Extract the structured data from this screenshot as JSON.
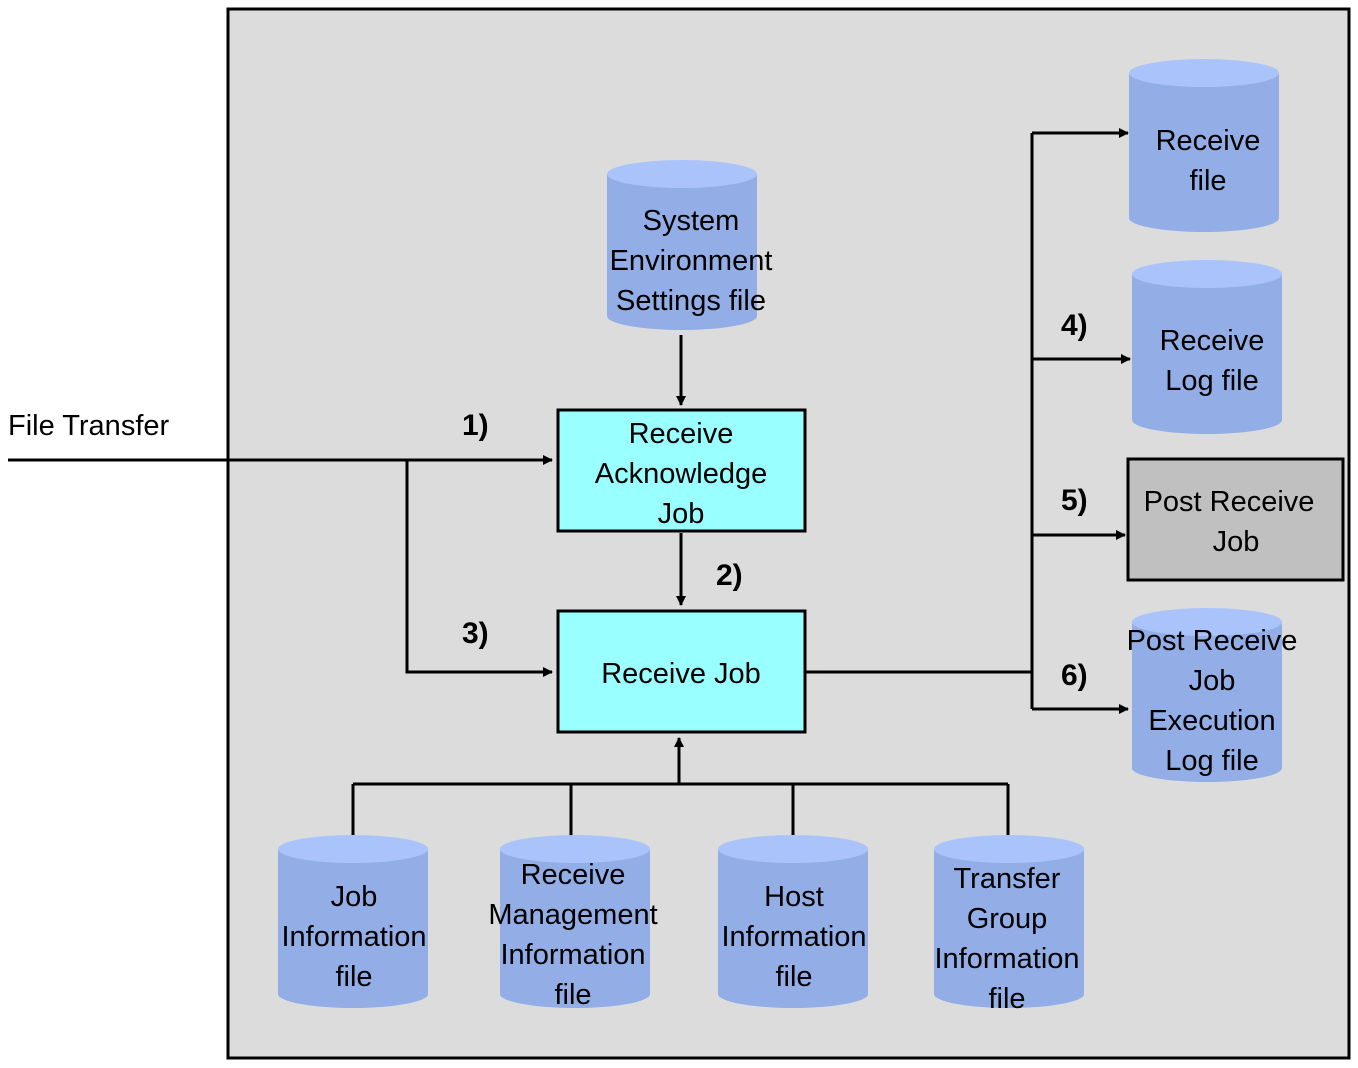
{
  "input_label": "File Transfer",
  "colors": {
    "panel": "#dcdcdc",
    "job_box": "#99ffff",
    "post_job_box": "#c0c0c0",
    "cylinder_body": "#93aee6",
    "cylinder_top": "#aac4fb",
    "stroke": "#000000"
  },
  "steps": {
    "s1": "1)",
    "s2": "2)",
    "s3": "3)",
    "s4": "4)",
    "s5": "5)",
    "s6": "6)"
  },
  "jobs": {
    "receive_ack": [
      "Receive",
      "Acknowledge",
      "Job"
    ],
    "receive_job": [
      "Receive Job"
    ],
    "post_receive": [
      "Post Receive",
      "Job"
    ]
  },
  "files": {
    "system_env": [
      "System",
      "Environment",
      "Settings file"
    ],
    "receive_file": [
      "Receive",
      "file"
    ],
    "receive_log": [
      "Receive",
      "Log file"
    ],
    "post_exec_log": [
      "Post Receive",
      "Job",
      "Execution",
      "Log file"
    ],
    "job_info": [
      "Job",
      "Information",
      "file"
    ],
    "receive_mgmt": [
      "Receive",
      "Management",
      "Information",
      "file"
    ],
    "host_info": [
      "Host",
      "Information",
      "file"
    ],
    "transfer_group": [
      "Transfer",
      "Group",
      "Information",
      "file"
    ]
  }
}
